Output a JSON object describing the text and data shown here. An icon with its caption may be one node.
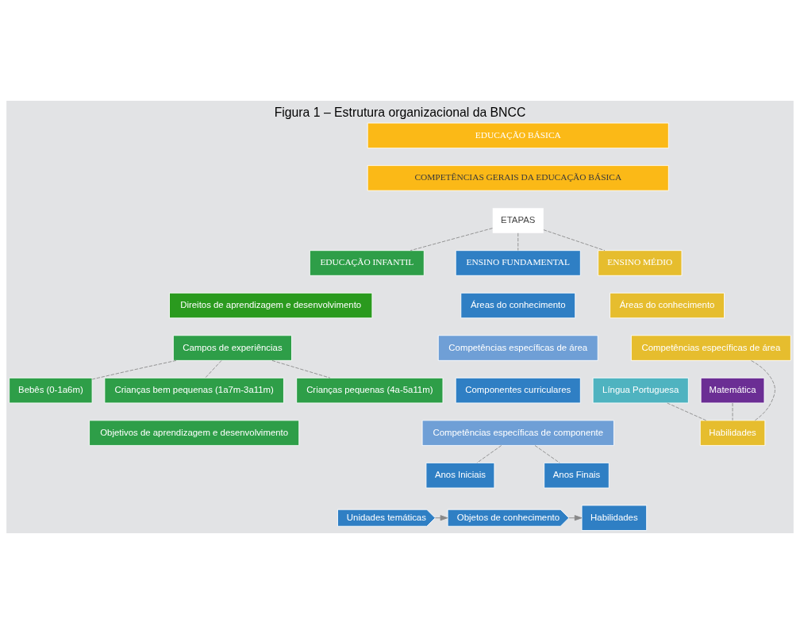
{
  "diagram": {
    "caption": "Figura 1 – Estrutura organizacional da BNCC",
    "nodes": [
      {
        "text": [
          "EDUCAÇÃO BÁSICA"
        ]
      },
      {
        "text": [
          "COMPETÊNCIAS GERAIS DA EDUCAÇÃO BÁSICA"
        ]
      },
      {
        "text": [
          "ETAPAS"
        ]
      },
      {
        "text": [
          "EDUCAÇÃO INFANTIL"
        ]
      },
      {
        "text": [
          "Direitos de aprendizagem e desenvolvimento"
        ]
      },
      {
        "text": [
          "Campos de experiências"
        ]
      },
      {
        "text": [
          "ENSINO FUNDAMENTAL"
        ]
      },
      {
        "text": [
          "Áreas do conhecimento"
        ]
      },
      {
        "text": [
          "Competências específicas de área"
        ]
      },
      {
        "text": [
          "Componentes curriculares"
        ]
      },
      {
        "text": [
          "Competências específicas de componente"
        ]
      },
      {
        "text": [
          "ENSINO MÉDIO"
        ]
      },
      {
        "text": [
          "Áreas do conhecimento"
        ]
      },
      {
        "text": [
          "Competências específicas de área"
        ]
      },
      {
        "text": [
          "Língua Portuguesa"
        ]
      },
      {
        "text": [
          "Matemática"
        ]
      },
      {
        "text": [
          "Bebês (0-1a6m)"
        ]
      },
      {
        "text": [
          "Crianças bem pequenas (1a7m-3a11m)"
        ]
      },
      {
        "text": [
          "Crianças pequenas (4a-5a11m)"
        ]
      },
      {
        "text": [
          "Objetivos de aprendizagem e desenvolvimento"
        ]
      },
      {
        "text": [
          "Anos Iniciais"
        ]
      },
      {
        "text": [
          "Anos Finais"
        ]
      },
      {
        "text": [
          "Unidades temáticas"
        ]
      },
      {
        "text": [
          "Objetos de conhecimento"
        ]
      },
      {
        "text": [
          "Habilidades"
        ]
      },
      {
        "text": [
          "Habilidades"
        ]
      }
    ],
    "edges": [
      {
        "from": 2,
        "to": 3,
        "arrow": "none",
        "style": "dashed"
      },
      {
        "from": 2,
        "to": 6,
        "arrow": "none",
        "style": "dashed"
      },
      {
        "from": 2,
        "to": 11,
        "arrow": "none",
        "style": "dashed"
      },
      {
        "from": 5,
        "to": 16,
        "arrow": "none",
        "style": "dashed"
      },
      {
        "from": 5,
        "to": 17,
        "arrow": "none",
        "style": "dashed"
      },
      {
        "from": 5,
        "to": 18,
        "arrow": "none",
        "style": "dashed"
      },
      {
        "from": 10,
        "to": 20,
        "arrow": "none",
        "style": "dashed"
      },
      {
        "from": 10,
        "to": 21,
        "arrow": "none",
        "style": "dashed"
      },
      {
        "from": 13,
        "to": 25,
        "arrow": "none",
        "style": "dashed"
      },
      {
        "from": 14,
        "to": 25,
        "arrow": "none",
        "style": "dashed"
      },
      {
        "from": 15,
        "to": 25,
        "arrow": "none",
        "style": "dashed"
      },
      {
        "from": 22,
        "to": 23,
        "arrow": "to"
      },
      {
        "from": 23,
        "to": 24,
        "arrow": "to"
      }
    ]
  }
}
